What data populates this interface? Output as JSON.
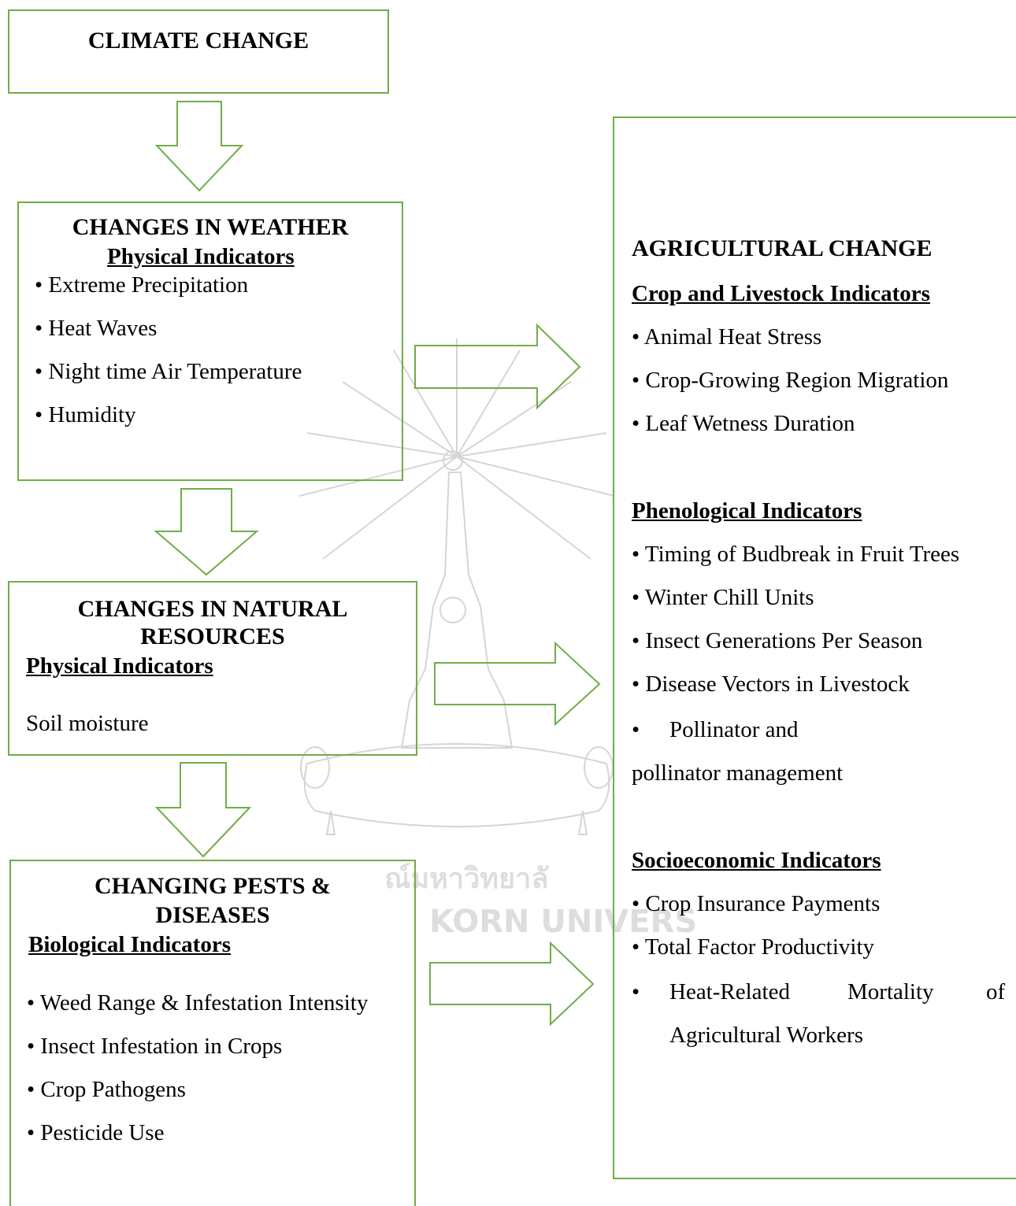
{
  "colors": {
    "border": "#70ad47",
    "text": "#000000"
  },
  "watermark": {
    "thai": "ณ์มหาวิทยาลั",
    "latin": "KORN UNIVERS"
  },
  "boxes": {
    "climate": {
      "title": "CLIMATE CHANGE"
    },
    "weather": {
      "title": "CHANGES IN WEATHER",
      "subtitle": "Physical Indicators",
      "items": [
        "• Extreme Precipitation",
        "• Heat Waves",
        "• Night time Air Temperature",
        "• Humidity"
      ]
    },
    "resources": {
      "title_line1": "CHANGES IN NATURAL",
      "title_line2": "RESOURCES",
      "subtitle": "Physical Indicators",
      "text": "Soil moisture"
    },
    "pests": {
      "title_line1": "CHANGING PESTS &",
      "title_line2": "DISEASES",
      "subtitle": "Biological Indicators",
      "items": [
        "• Weed Range & Infestation Intensity",
        "• Insect Infestation in Crops",
        "• Crop Pathogens",
        "• Pesticide Use"
      ]
    },
    "agri": {
      "title": "AGRICULTURAL CHANGE",
      "crop_sub": "Crop and Livestock Indicators",
      "crop_items": [
        "• Animal Heat Stress",
        "• Crop-Growing Region Migration",
        "• Leaf Wetness Duration"
      ],
      "pheno_sub": "Phenological Indicators",
      "pheno_items": [
        "• Timing of Budbreak in Fruit Trees",
        "• Winter Chill Units",
        "• Insect Generations Per Season",
        "• Disease Vectors in Livestock"
      ],
      "pollinator_bullet": "•",
      "pollinator_1": "Pollinator and",
      "pollinator_2": "pollinator management",
      "socio_sub": "Socioeconomic Indicators",
      "socio_items": [
        "• Crop Insurance Payments",
        "• Total Factor Productivity"
      ],
      "heat_bullet": "•",
      "heat_w1": "Heat-Related",
      "heat_w2": "Mortality",
      "heat_w3": "of",
      "heat_line2": "Agricultural Workers"
    }
  }
}
